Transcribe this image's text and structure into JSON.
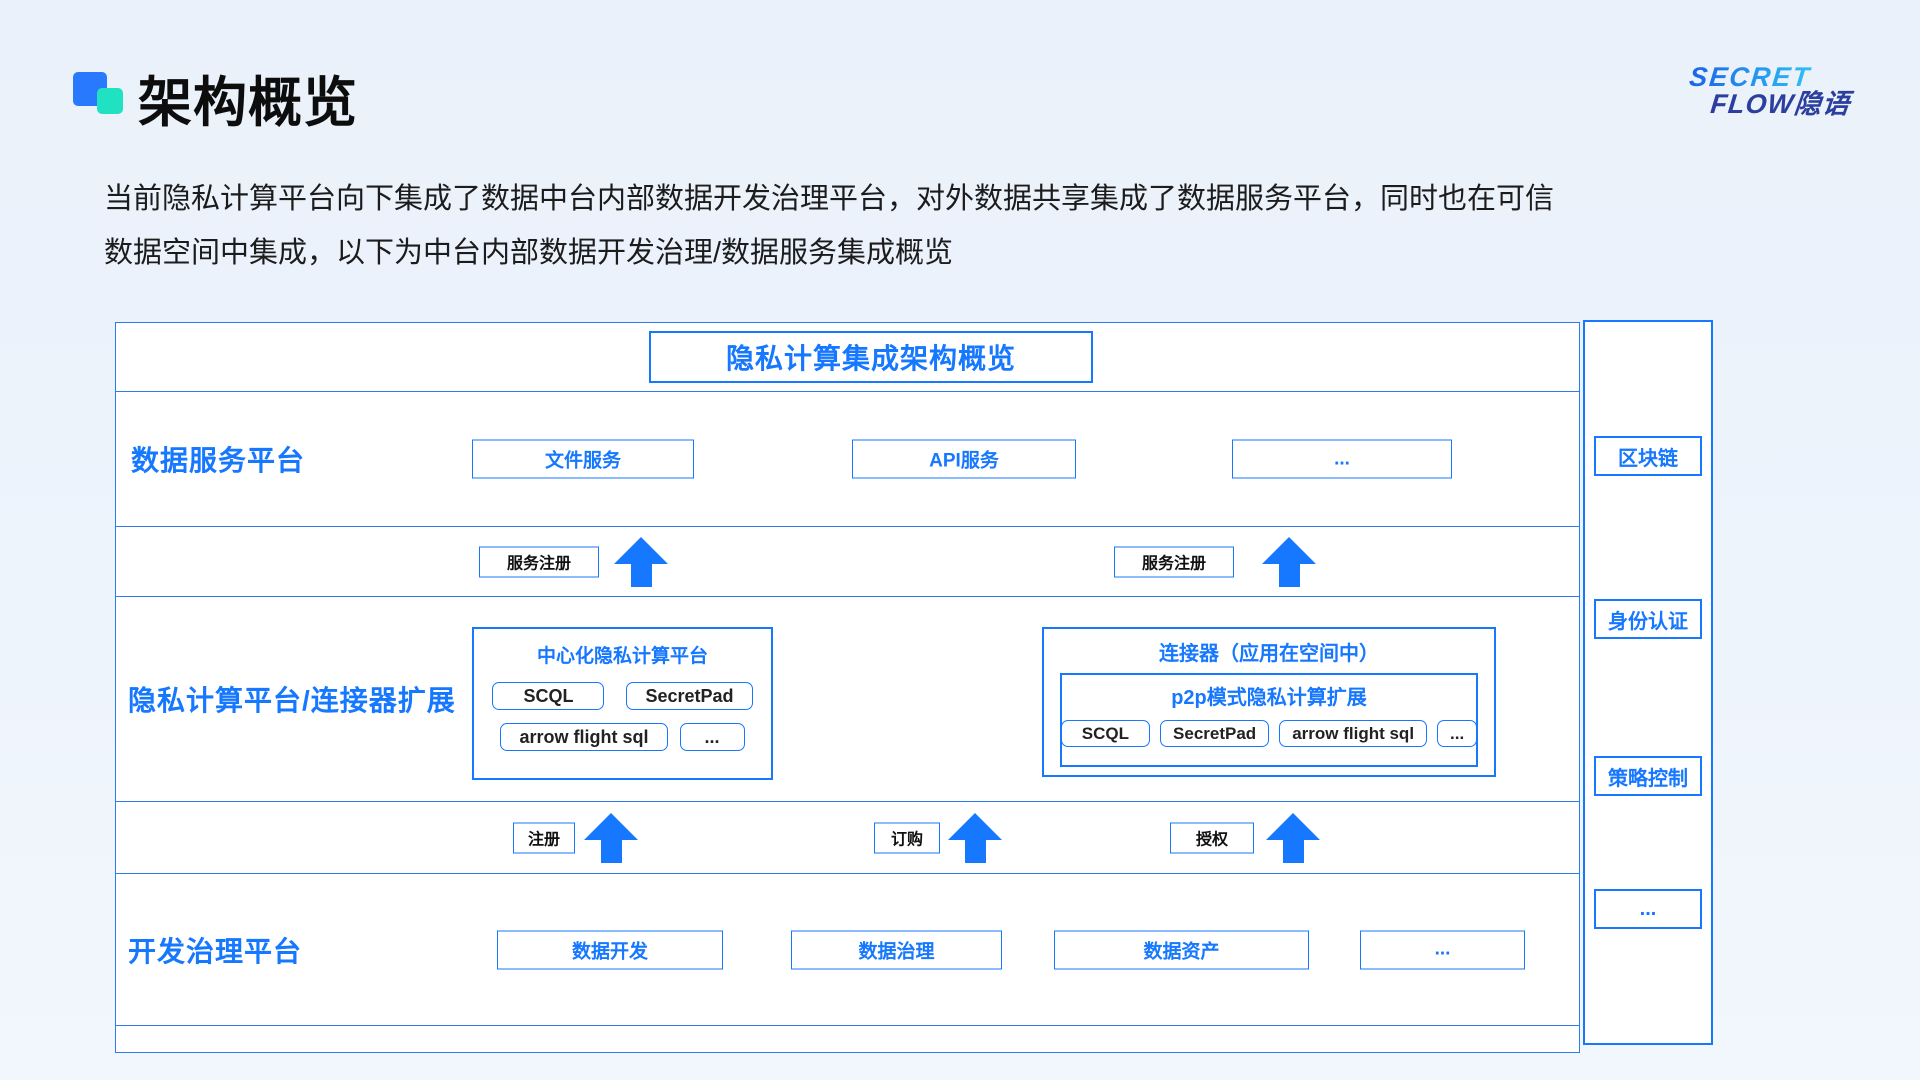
{
  "slide": {
    "title": "架构概览",
    "intro": {
      "line1": "当前隐私计算平台向下集成了数据中台内部数据开发治理平台，对外数据共享集成了数据服务平台，同时也在可信",
      "line2": "数据空间中集成，以下为中台内部数据开发治理/数据服务集成概览"
    },
    "logo": {
      "secret": "SECRET",
      "flow": "FLOW隐语"
    }
  },
  "diagram": {
    "title": "隐私计算集成架构概览",
    "service_row": {
      "label": "数据服务平台",
      "boxes": [
        "文件服务",
        "API服务",
        "..."
      ]
    },
    "service_arrows": {
      "tag1": "服务注册",
      "tag2": "服务注册"
    },
    "compute_row": {
      "label": "隐私计算平台/连接器扩展",
      "central": {
        "title": "中心化隐私计算平台",
        "chips": [
          "SCQL",
          "SecretPad",
          "arrow flight sql",
          "..."
        ]
      },
      "connector": {
        "title": "连接器（应用在空间中）",
        "p2p": {
          "title": "p2p模式隐私计算扩展",
          "chips": [
            "SCQL",
            "SecretPad",
            "arrow flight sql",
            "..."
          ]
        }
      }
    },
    "gov_arrows": {
      "tag1": "注册",
      "tag2": "订购",
      "tag3": "授权"
    },
    "gov_row": {
      "label": "开发治理平台",
      "boxes": [
        "数据开发",
        "数据治理",
        "数据资产",
        "..."
      ]
    },
    "sidebar": {
      "items": [
        "区块链",
        "身份认证",
        "策略控制",
        "..."
      ]
    }
  },
  "colors": {
    "primary": "#1677ff",
    "teal": "#21e1c3",
    "logo_navy": "#2c3f9e",
    "text": "#1c1c1c"
  }
}
